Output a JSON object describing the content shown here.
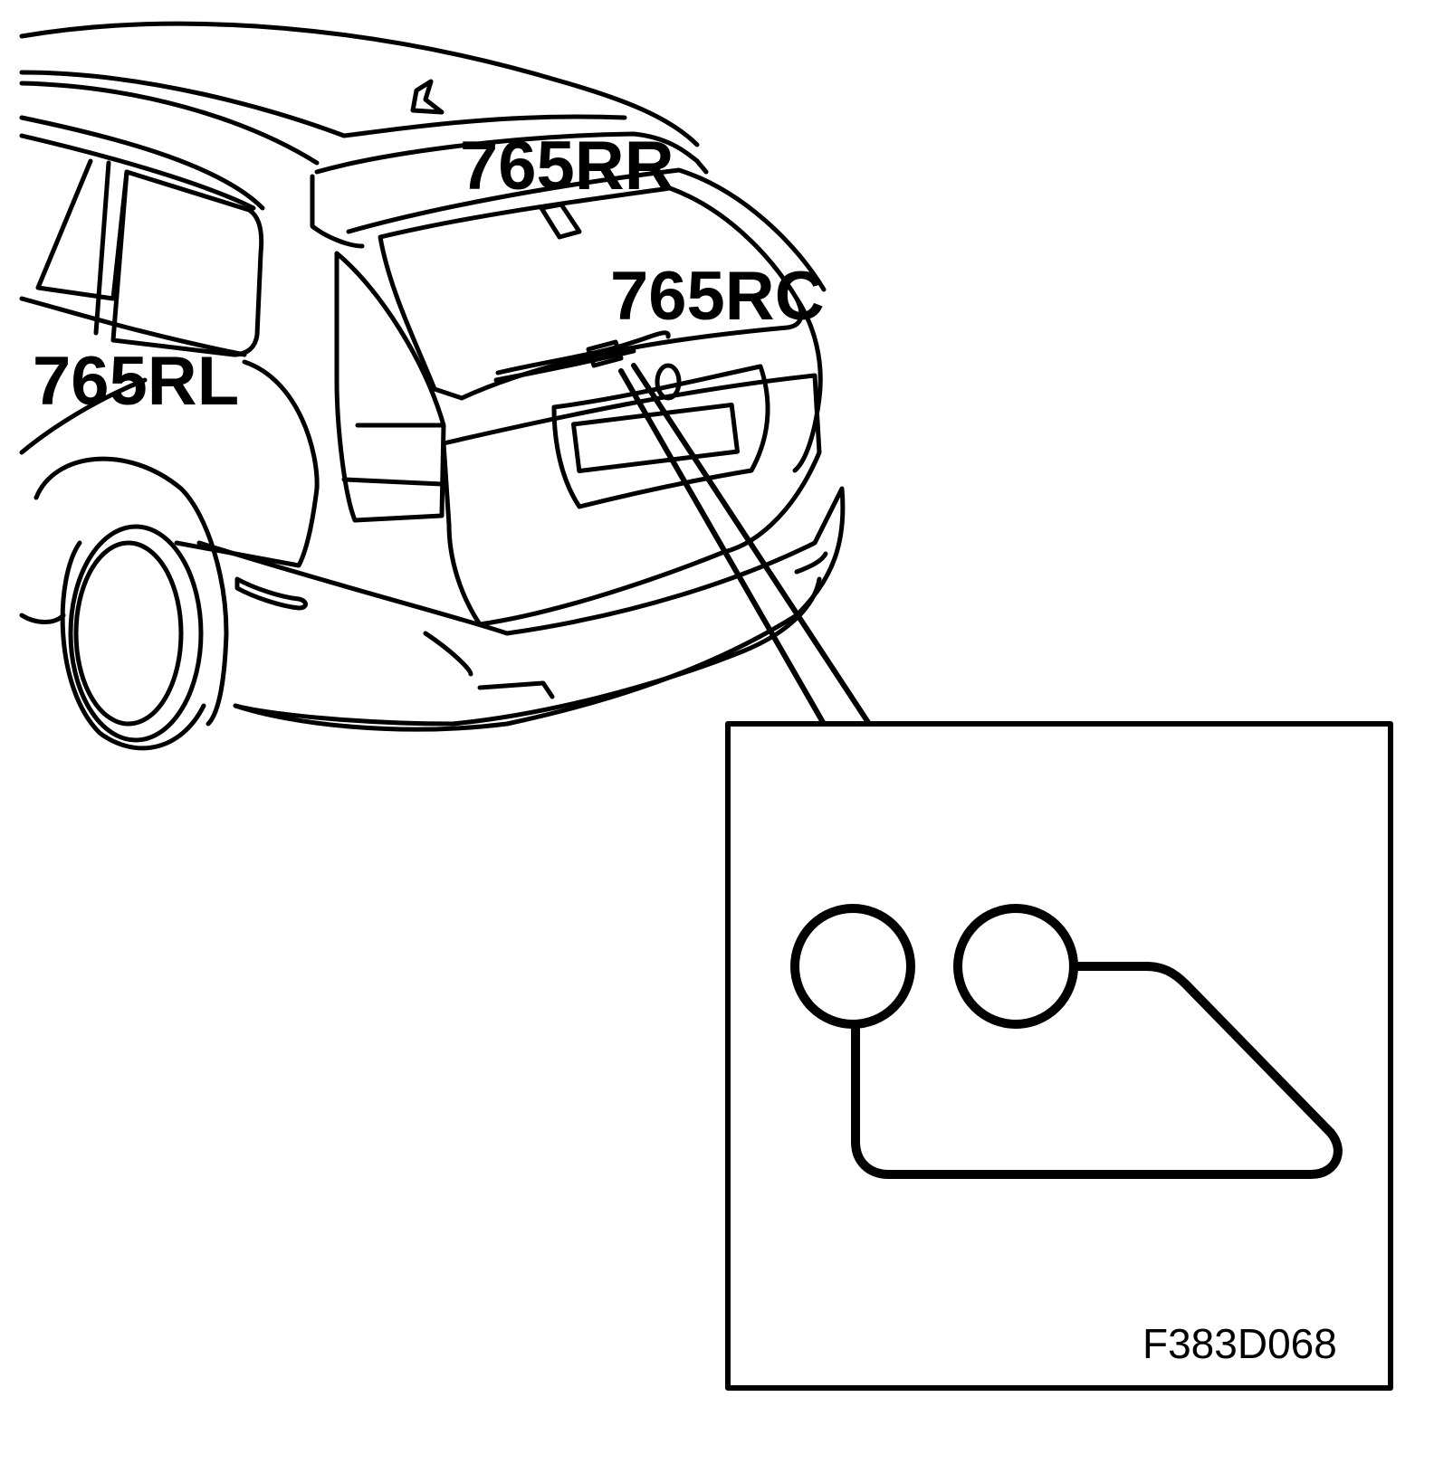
{
  "labels": {
    "rear_right": "765RR",
    "rear_center": "765RC",
    "rear_left": "765RL"
  },
  "figure_code": "F383D068",
  "colors": {
    "line": "#000000",
    "background": "#ffffff"
  }
}
